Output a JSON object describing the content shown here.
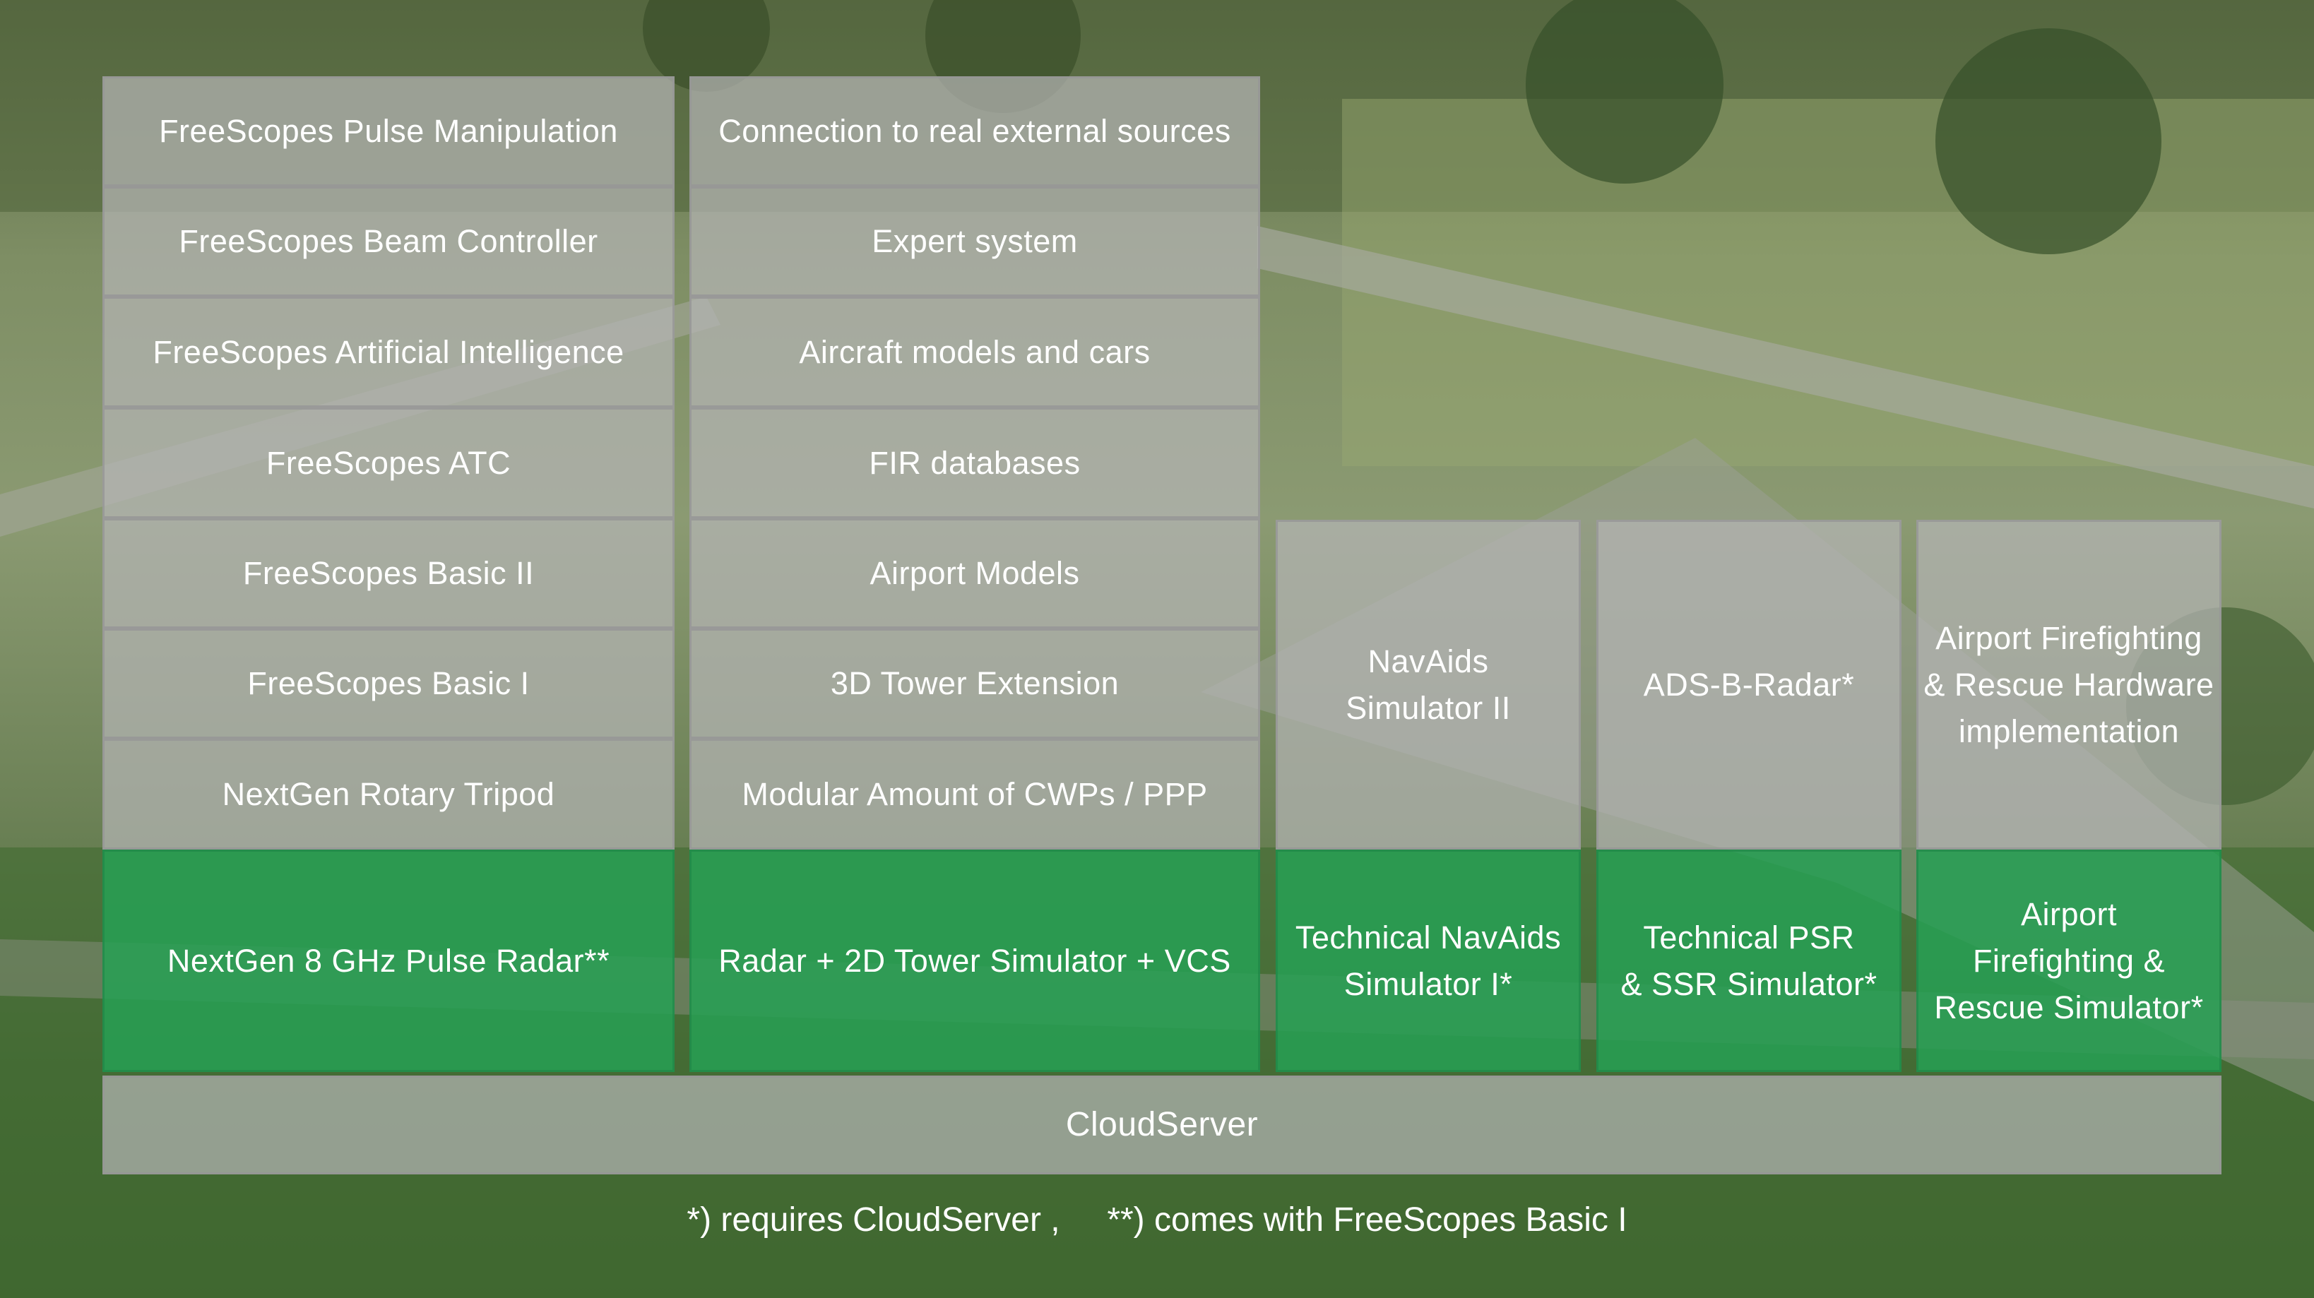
{
  "column_left": {
    "stack": [
      "FreeScopes Pulse Manipulation",
      "FreeScopes Beam Controller",
      "FreeScopes Artificial Intelligence",
      "FreeScopes ATC",
      "FreeScopes Basic II",
      "FreeScopes Basic I",
      "NextGen Rotary Tripod"
    ],
    "base": "NextGen 8 GHz Pulse Radar**"
  },
  "column_middle": {
    "stack": [
      "Connection to real external sources",
      "Expert system",
      "Aircraft models and cars",
      "FIR databases",
      "Airport Models",
      "3D Tower Extension",
      "Modular Amount of CWPs / PPP"
    ],
    "base": "Radar + 2D Tower Simulator + VCS"
  },
  "column_navaids": {
    "top": "NavAids\nSimulator II",
    "base": "Technical NavAids\nSimulator I*"
  },
  "column_adsb": {
    "top": "ADS-B-Radar*",
    "base": "Technical PSR\n& SSR Simulator*"
  },
  "column_firefighting": {
    "top": "Airport Firefighting\n& Rescue Hardware\nimplementation",
    "base": "Airport\nFirefighting &\nRescue Simulator*"
  },
  "foundation": "CloudServer",
  "footnote": "*) requires CloudServer ,     **) comes with FreeScopes Basic I",
  "colors": {
    "module_grey": "#b4b4b4",
    "base_green": "#26a054"
  }
}
